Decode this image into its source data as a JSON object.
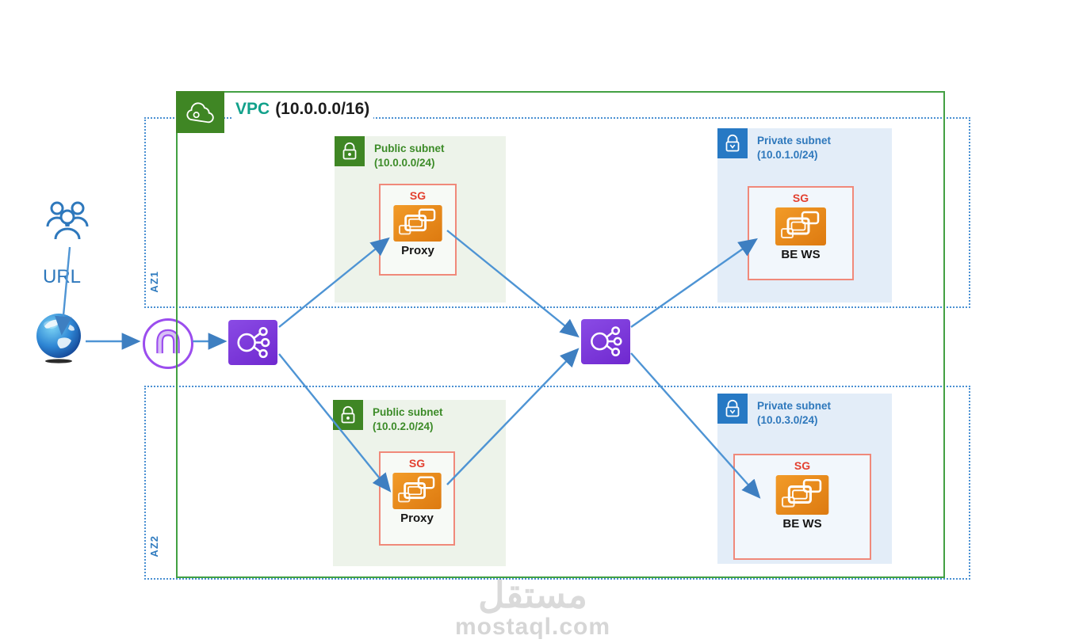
{
  "vpc": {
    "name": "VPC",
    "cidr": "(10.0.0.0/16)"
  },
  "availability_zones": [
    {
      "label": "AZ1"
    },
    {
      "label": "AZ2"
    }
  ],
  "subnets": [
    {
      "title": "Public subnet",
      "cidr": "(10.0.0.0/24)",
      "sg": "SG",
      "instance": "Proxy"
    },
    {
      "title": "Private subnet",
      "cidr": "(10.0.1.0/24)",
      "sg": "SG",
      "instance": "BE WS"
    },
    {
      "title": "Public subnet",
      "cidr": "(10.0.2.0/24)",
      "sg": "SG",
      "instance": "Proxy"
    },
    {
      "title": "Private subnet",
      "cidr": "(10.0.3.0/24)",
      "sg": "SG",
      "instance": "BE WS"
    }
  ],
  "client": {
    "url_label": "URL"
  },
  "icons": {
    "vpc": "vpc-cloud-icon",
    "public_subnet": "public-subnet-lock-icon",
    "private_subnet": "private-subnet-lock-icon",
    "internet_gateway": "internet-gateway-icon",
    "load_balancer": "load-balancer-icon",
    "instance": "ec2-instance-icon",
    "users": "users-icon",
    "globe": "globe-icon"
  },
  "colors": {
    "vpc_green": "#3F8624",
    "vpc_border": "#43A043",
    "vpc_title_teal": "#12A18B",
    "public_subnet_bg": "#EDF3EA",
    "private_subnet_bg": "#E3EDF8",
    "public_text": "#3C8B28",
    "private_text": "#2E78BC",
    "sg_border": "#F0897A",
    "sg_text": "#E3402F",
    "az_border": "#4A90D2",
    "az_text": "#2F7BBF",
    "arrow_blue": "#4E94D4",
    "elb_purple": "#7A35D9",
    "ec2_orange": "#E8821D",
    "igw_purple": "#9B4DEE"
  },
  "watermark": {
    "arabic": "مستقل",
    "latin": "mostaql.com"
  }
}
